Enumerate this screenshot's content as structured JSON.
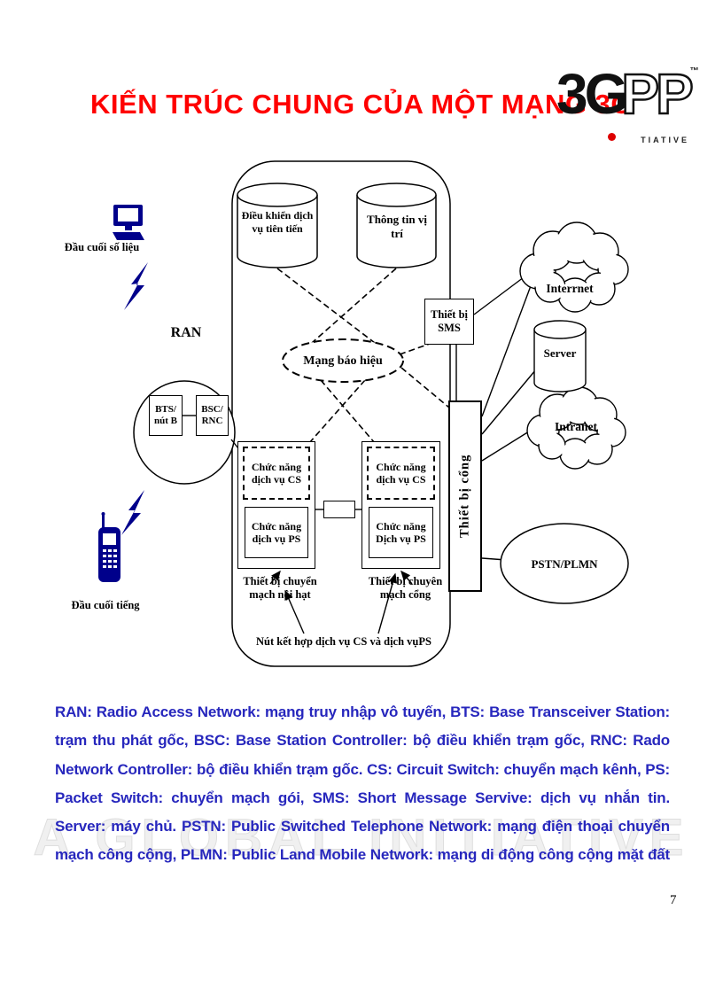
{
  "page": {
    "title": "KIẾN TRÚC CHUNG CỦA MỘT MẠNG 3G",
    "page_number": "7",
    "title_color": "#ff0000",
    "legend_color": "#2727bd",
    "device_color": "#00008b",
    "diagram_ink": "#000000"
  },
  "logo": {
    "g3": "3G",
    "pp": "PP",
    "tm": "™",
    "tagline": "TIATIVE"
  },
  "watermark": "A GLOBAL INITIATIVE",
  "diagram": {
    "left": {
      "data_terminal": "Đầu cuối số liệu",
      "ran": "RAN",
      "bts": "BTS/ nút B",
      "bsc": "BSC/ RNC",
      "voice_terminal": "Đầu cuối tiếng"
    },
    "core": {
      "db_service": "Điều khiển dịch vụ tiên tiến",
      "db_location": "Thông tin vị trí",
      "signaling": "Mạng báo hiệu",
      "cs_left": "Chức năng dịch vụ CS",
      "ps_left": "Chức năng dịch vụ PS",
      "cs_right": "Chức năng dịch vụ CS",
      "ps_right": "Chức năng Dịch vụ PS",
      "local_switch": "Thiết bị chuyển mạch nội hạt",
      "gateway_switch": "Thiết bị chuyên mạch cổng",
      "combined_node": "Nút kết hợp dịch vụ CS và dịch vụPS"
    },
    "right": {
      "sms": "Thiết bị SMS",
      "gateway": "Thiết bị cổng",
      "internet": "Interrnet",
      "server": "Server",
      "intranet": "Intranet",
      "pstn": "PSTN/PLMN"
    }
  },
  "legend": {
    "text": "RAN: Radio Access Network: mạng truy nhập vô tuyến, BTS: Base Transceiver Station: trạm thu phát gốc, BSC: Base Station Controller: bộ điều khiển trạm gốc, RNC: Rado Network Controller: bộ điều khiển trạm gốc. CS: Circuit Switch: chuyển mạch kênh, PS: Packet Switch: chuyển mạch gói, SMS: Short Message Servive: dịch vụ nhắn tin. Server: máy chủ. PSTN: Public Switched Telephone Network: mạng điện thoại chuyển mạch công cộng, PLMN: Public Land Mobile Network: mạng di động công cộng mặt đất"
  }
}
